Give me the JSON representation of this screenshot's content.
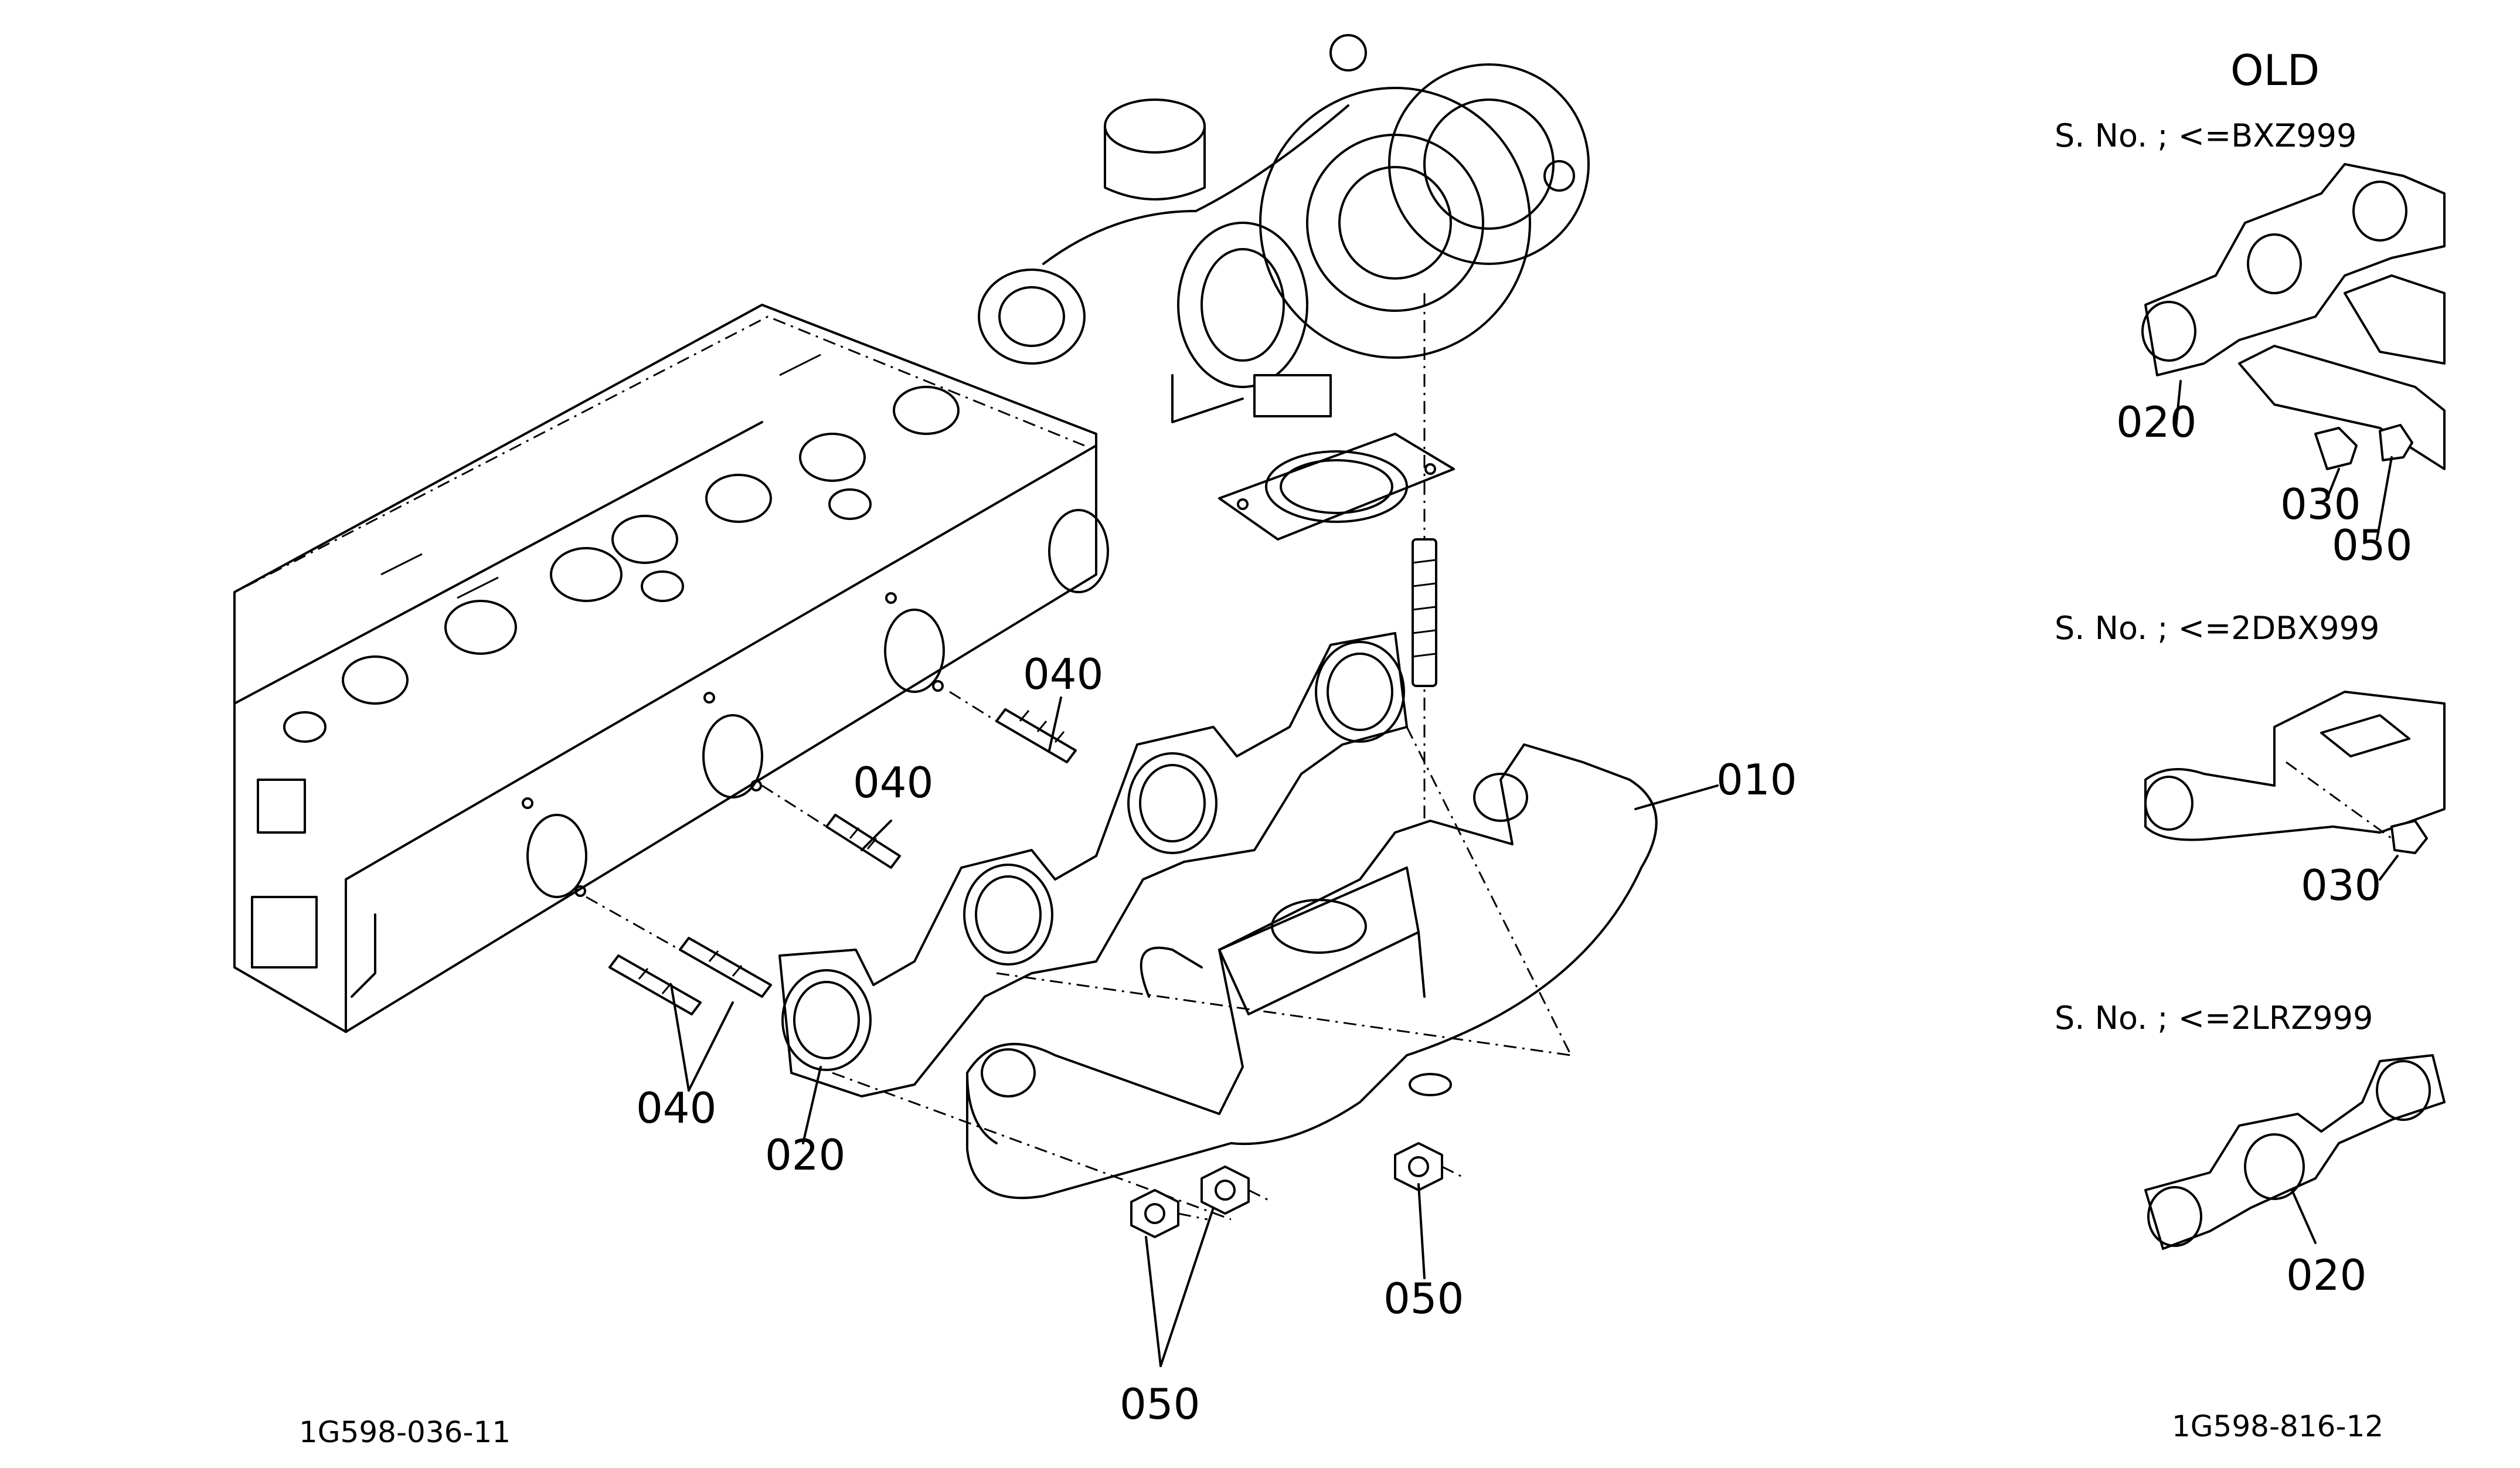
{
  "header": {
    "old_label": "OLD"
  },
  "callouts": {
    "main": {
      "manifold": "010",
      "gasket": "020",
      "stud_a": "040",
      "stud_b": "040",
      "stud_c": "040",
      "nut_a": "050",
      "nut_b": "050"
    },
    "inset_a": {
      "gasket": "020",
      "bolt": "030",
      "nut": "050"
    },
    "inset_b": {
      "bolt": "030"
    },
    "inset_c": {
      "gasket": "020"
    }
  },
  "serials": {
    "a": "S. No. ; <=BXZ999",
    "b": "S. No. ; <=2DBX999",
    "c": "S. No. ; <=2LRZ999"
  },
  "footer": {
    "left_code": "1G598-036-11",
    "right_code": "1G598-816-12"
  }
}
